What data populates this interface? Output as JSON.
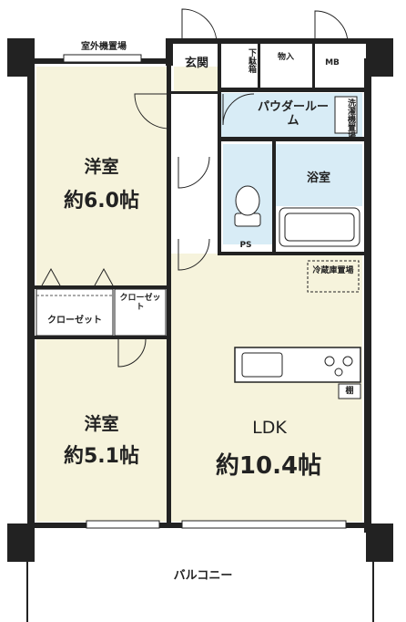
{
  "rooms": {
    "western_room_1": {
      "name": "洋室",
      "size": "約6.0帖"
    },
    "western_room_2": {
      "name": "洋室",
      "size": "約5.1帖"
    },
    "ldk": {
      "name": "LDK",
      "size": "約10.4帖"
    }
  },
  "labels": {
    "outdoor_unit_area": "室外機置場",
    "entrance": "玄関",
    "shoe_storage": "下駄箱",
    "storage": "物入",
    "mb": "MB",
    "powder_room": "パウダールーム",
    "washer_area": "洗濯機置場",
    "bathroom": "浴室",
    "ps": "PS",
    "fridge_area": "冷蔵庫置場",
    "closet_small": "クローゼット",
    "closet_wide": "クローゼット",
    "cupboard": "棚",
    "balcony": "バルコニー"
  },
  "colors": {
    "wall": "#222222",
    "room_floor": "#f6f3dc",
    "wet_area": "#d8ecf6",
    "hall": "#ffffff"
  }
}
